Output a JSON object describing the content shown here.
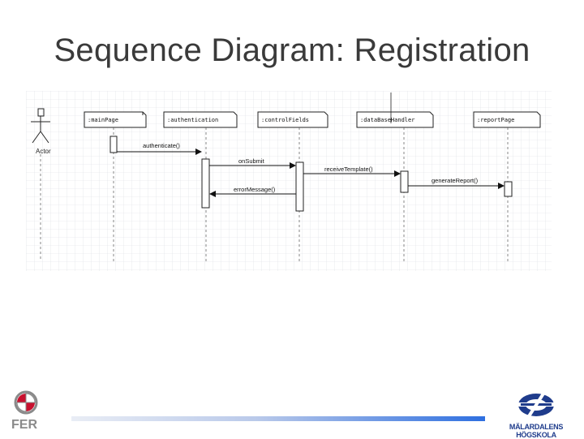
{
  "slide": {
    "title": "Sequence Diagram: Registration"
  },
  "diagram": {
    "actor": "Actor",
    "objects": [
      ":mainPage",
      ":authentication",
      ":controlFields",
      ":dataBaseHandler",
      ":reportPage"
    ],
    "messages": [
      {
        "label": "authenticate()",
        "from": 1,
        "to": 2
      },
      {
        "label": "onSubmit",
        "from": 2,
        "to": 3
      },
      {
        "label": "receiveTemplate()",
        "from": 3,
        "to": 4
      },
      {
        "label": "generateReport()",
        "from": 4,
        "to": 5
      },
      {
        "label": "errorMessage()",
        "from": 3,
        "to": 2
      }
    ]
  },
  "footer": {
    "right_logo_text": "MÄLARDALENS HÖGSKOLA",
    "left_logo_text": "FER"
  },
  "colors": {
    "title": "#3a3a3a",
    "footer_bar_end": "#2e6fe0",
    "logo_blue": "#1f3c8c"
  }
}
